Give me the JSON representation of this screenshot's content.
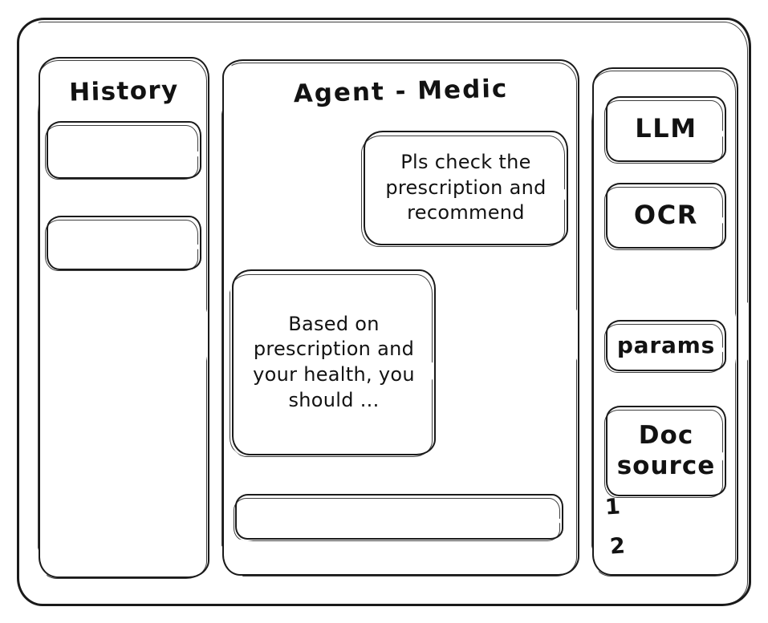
{
  "window": {
    "name": "agent-medic-wireframe"
  },
  "sidebar": {
    "title": "History",
    "items": [
      {
        "label": ""
      },
      {
        "label": ""
      }
    ]
  },
  "main": {
    "title": "Agent - Medic",
    "messages": [
      {
        "role": "user",
        "text": "Pls check the prescription and recommend"
      },
      {
        "role": "assistant",
        "text": "Based on prescription and your health, you should ..."
      }
    ],
    "composer": {
      "value": "",
      "placeholder": ""
    }
  },
  "tools_panel": {
    "buttons": [
      {
        "label": "LLM"
      },
      {
        "label": "OCR"
      },
      {
        "label": "params"
      },
      {
        "label": "Doc source"
      }
    ],
    "source_refs": [
      "1",
      "2"
    ]
  },
  "colors": {
    "ink": "#1a1a1a",
    "paper": "#ffffff"
  }
}
